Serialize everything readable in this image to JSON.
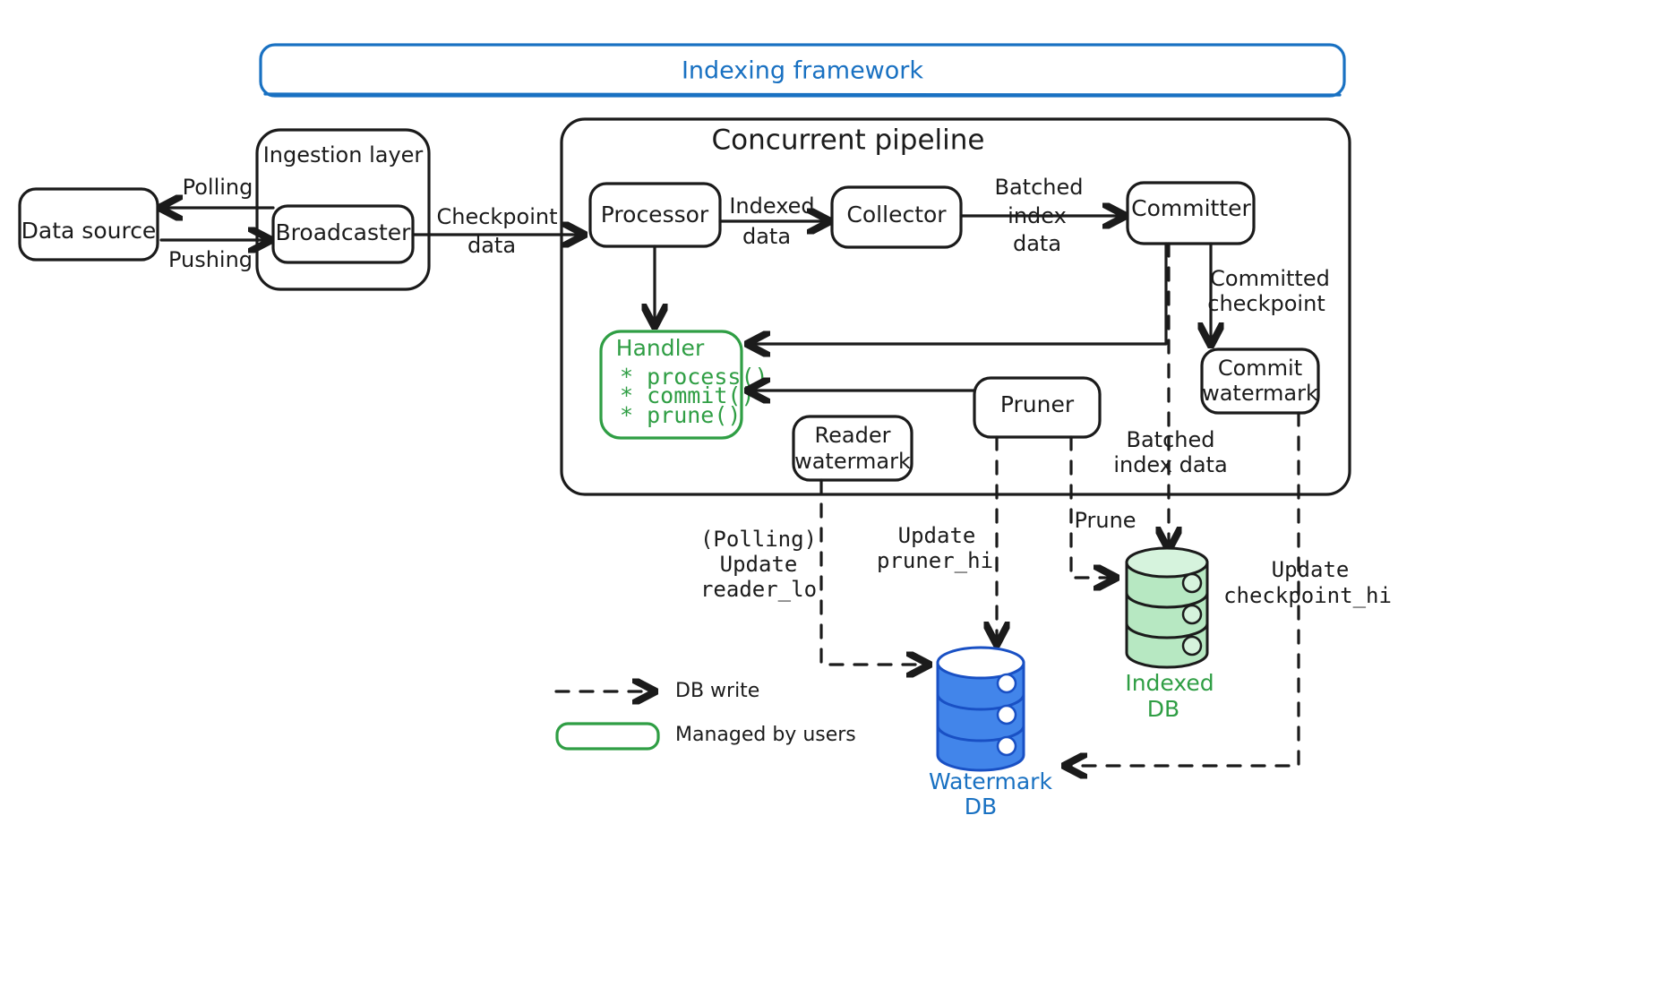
{
  "banner": {
    "label": "Indexing framework",
    "color": "#1971c2"
  },
  "groups": [
    {
      "id": "ingestion-layer",
      "label": "Ingestion layer"
    },
    {
      "id": "concurrent-pipeline",
      "label": "Concurrent pipeline"
    }
  ],
  "nodes": {
    "data_source": "Data source",
    "broadcaster": "Broadcaster",
    "processor": "Processor",
    "collector": "Collector",
    "committer": "Committer",
    "commit_watermark_l1": "Commit",
    "commit_watermark_l2": "watermark",
    "reader_watermark_l1": "Reader",
    "reader_watermark_l2": "watermark",
    "pruner": "Pruner"
  },
  "handler": {
    "title": "Handler",
    "methods": [
      "* process()",
      "* commit()",
      "* prune()"
    ],
    "color": "#2f9e44"
  },
  "edges": {
    "polling": "Polling",
    "pushing": "Pushing",
    "checkpoint_data_l1": "Checkpoint",
    "checkpoint_data_l2": "data",
    "indexed_data_l1": "Indexed",
    "indexed_data_l2": "data",
    "batched_index_data_l1": "Batched",
    "batched_index_data_l2": "index",
    "batched_index_data_l3": "data",
    "committed_checkpoint_l1": "Committed",
    "committed_checkpoint_l2": "checkpoint",
    "batched_index_data2_l1": "Batched",
    "batched_index_data2_l2": "index data",
    "prune": "Prune"
  },
  "db_writes": {
    "reader_l1": "(Polling)",
    "reader_l2": "Update",
    "reader_l3": "reader_lo",
    "pruner_l1": "Update",
    "pruner_l2": "pruner_hi",
    "checkpoint_l1": "Update",
    "checkpoint_l2": "checkpoint_hi"
  },
  "databases": [
    {
      "id": "watermark-db",
      "l1": "Watermark",
      "l2": "DB",
      "color": "#1971c2"
    },
    {
      "id": "indexed-db",
      "l1": "Indexed",
      "l2": "DB",
      "color": "#2f9e44"
    }
  ],
  "legend": [
    {
      "id": "db-write",
      "label": "DB write",
      "kind": "dashed-arrow",
      "color": "#1b1b1b"
    },
    {
      "id": "managed-by-users",
      "label": "Managed by users",
      "kind": "green-box",
      "color": "#2f9e44"
    }
  ]
}
